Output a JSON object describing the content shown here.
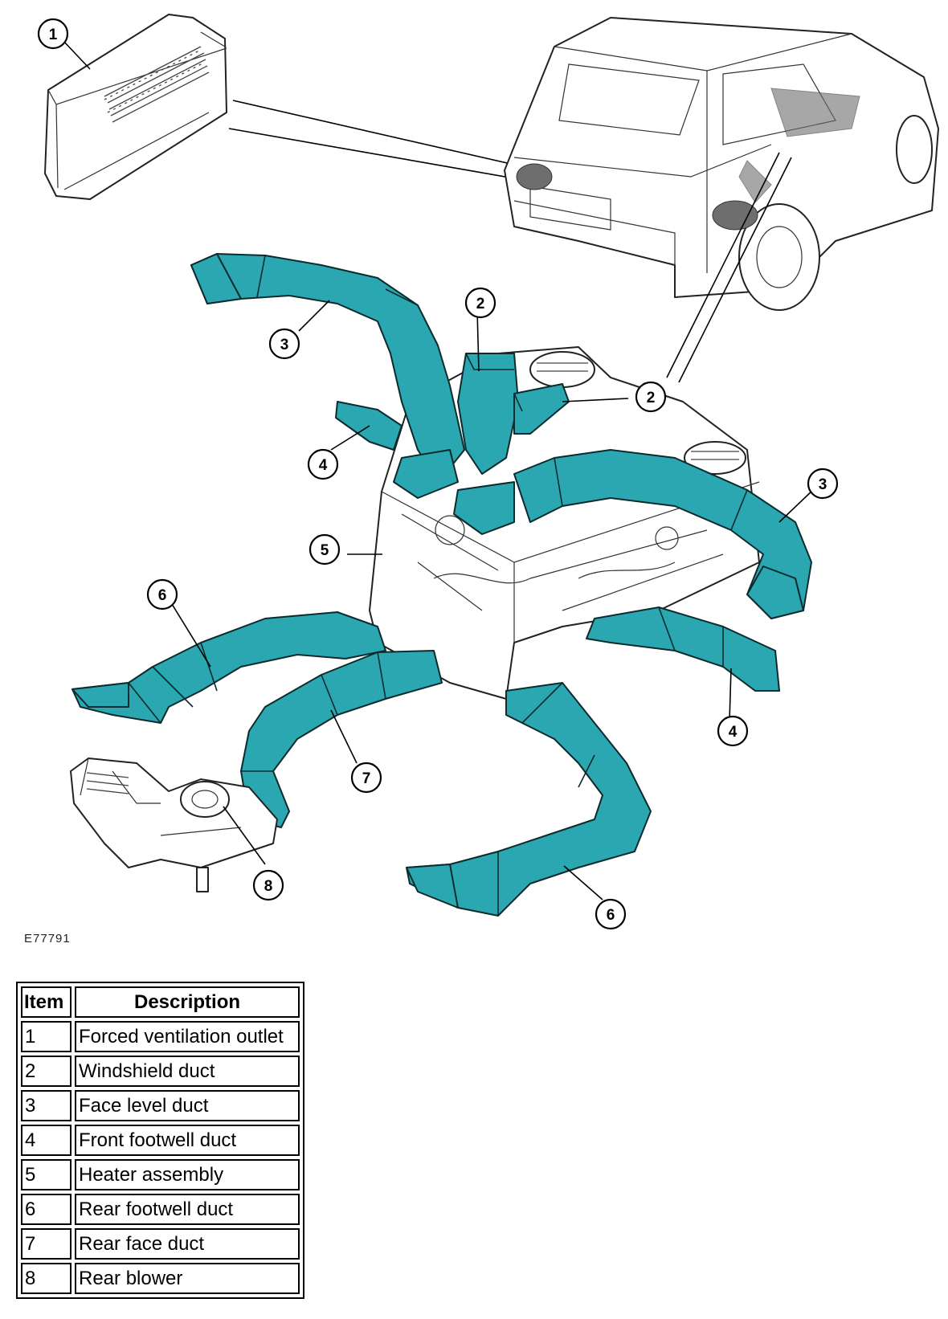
{
  "figure_code": "E77791",
  "callouts": [
    "1",
    "2",
    "2",
    "3",
    "3",
    "4",
    "4",
    "5",
    "6",
    "6",
    "7",
    "8"
  ],
  "legend": {
    "header_item": "Item",
    "header_description": "Description",
    "rows": [
      {
        "item": "1",
        "description": "Forced ventilation outlet"
      },
      {
        "item": "2",
        "description": "Windshield duct"
      },
      {
        "item": "3",
        "description": "Face level duct"
      },
      {
        "item": "4",
        "description": "Front footwell duct"
      },
      {
        "item": "5",
        "description": "Heater assembly"
      },
      {
        "item": "6",
        "description": "Rear footwell duct"
      },
      {
        "item": "7",
        "description": "Rear face duct"
      },
      {
        "item": "8",
        "description": "Rear blower"
      }
    ]
  },
  "colors": {
    "duct": "#2aa7b0",
    "line": "#000000",
    "background": "#ffffff"
  }
}
